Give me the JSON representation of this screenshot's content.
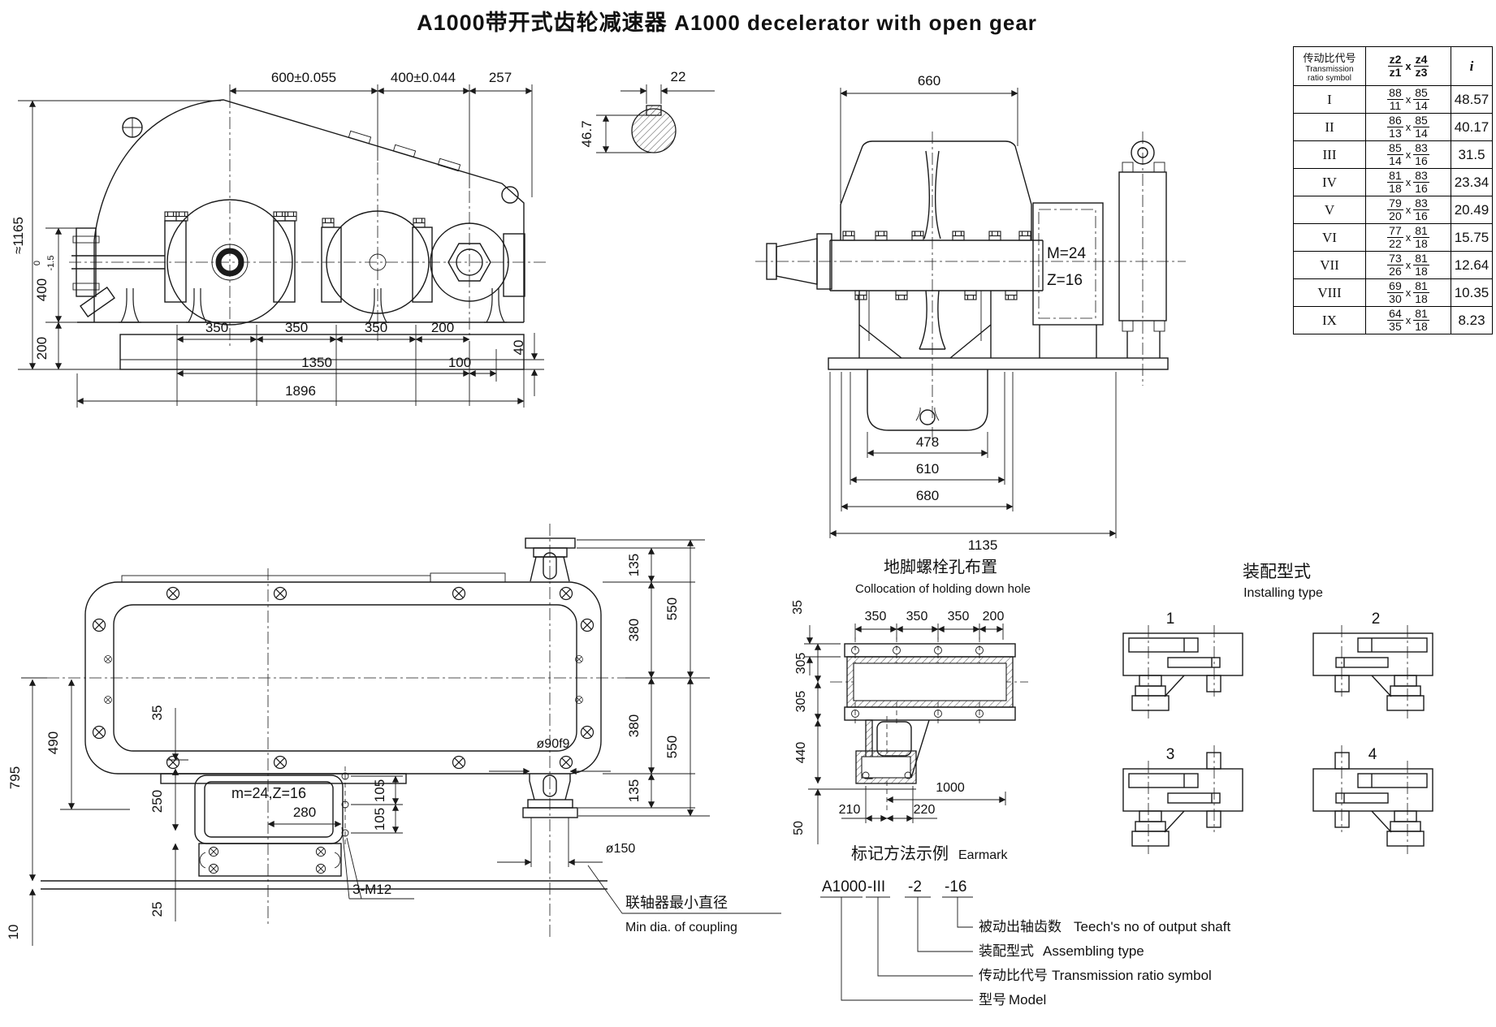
{
  "title": {
    "zh": "A1000带开式齿轮减速器",
    "en": "A1000 decelerator with open gear"
  },
  "ratio_table": {
    "header": {
      "sym_zh": "传动比代号",
      "sym_en1": "Transmission",
      "sym_en2": "ratio symbol",
      "f1n": "z2",
      "f1d": "z1",
      "mul": "x",
      "f2n": "z4",
      "f2d": "z3",
      "i": "i"
    },
    "rows": [
      {
        "sym": "I",
        "f1n": "88",
        "f1d": "11",
        "f2n": "85",
        "f2d": "14",
        "i": "48.57"
      },
      {
        "sym": "II",
        "f1n": "86",
        "f1d": "13",
        "f2n": "85",
        "f2d": "14",
        "i": "40.17"
      },
      {
        "sym": "III",
        "f1n": "85",
        "f1d": "14",
        "f2n": "83",
        "f2d": "16",
        "i": "31.5"
      },
      {
        "sym": "IV",
        "f1n": "81",
        "f1d": "18",
        "f2n": "83",
        "f2d": "16",
        "i": "23.34"
      },
      {
        "sym": "V",
        "f1n": "79",
        "f1d": "20",
        "f2n": "83",
        "f2d": "16",
        "i": "20.49"
      },
      {
        "sym": "VI",
        "f1n": "77",
        "f1d": "22",
        "f2n": "81",
        "f2d": "18",
        "i": "15.75"
      },
      {
        "sym": "VII",
        "f1n": "73",
        "f1d": "26",
        "f2n": "81",
        "f2d": "18",
        "i": "12.64"
      },
      {
        "sym": "VIII",
        "f1n": "69",
        "f1d": "30",
        "f2n": "81",
        "f2d": "18",
        "i": "10.35"
      },
      {
        "sym": "IX",
        "f1n": "64",
        "f1d": "35",
        "f2n": "81",
        "f2d": "18",
        "i": "8.23"
      }
    ]
  },
  "front_view": {
    "dim_600": "600±0.055",
    "dim_400t": "400±0.044",
    "dim_257": "257",
    "dim_1165": "≈1165",
    "dim_400v": "400",
    "dim_400v_sup": "0",
    "dim_400v_sub": "-1.5",
    "dim_200v": "200",
    "dim_350a": "350",
    "dim_350b": "350",
    "dim_350c": "350",
    "dim_200": "200",
    "dim_1350": "1350",
    "dim_100": "100",
    "dim_40": "40",
    "dim_1896": "1896"
  },
  "key_detail": {
    "dim_22": "22",
    "dim_467": "46.7"
  },
  "side_view": {
    "dim_660": "660",
    "label_m": "M=24",
    "label_z": "Z=16",
    "dim_478": "478",
    "dim_610": "610",
    "dim_680": "680",
    "dim_1135": "1135"
  },
  "plan_view": {
    "dim_795": "795",
    "dim_490": "490",
    "dim_250": "250",
    "dim_35": "35",
    "dim_25": "25",
    "dim_10": "10",
    "gear_label": "m=24,Z=16",
    "dim_280": "280",
    "dim_105a": "105",
    "dim_105b": "105",
    "label_3m12": "3-M12",
    "dim_o90": "ø90f9",
    "dim_o150": "ø150",
    "dim_135t": "135",
    "dim_550t": "550",
    "dim_380t": "380",
    "dim_380b": "380",
    "dim_550b": "550",
    "dim_135b": "135",
    "coupling_note_zh": "联轴器最小直径",
    "coupling_note_en": "Min dia. of coupling"
  },
  "foundation": {
    "title_zh": "地脚螺栓孔布置",
    "title_en": "Collocation of holding down hole",
    "dim_35": "35",
    "dim_350a": "350",
    "dim_350b": "350",
    "dim_350c": "350",
    "dim_200": "200",
    "dim_305a": "305",
    "dim_305b": "305",
    "dim_440": "440",
    "dim_50": "50",
    "dim_210": "210",
    "dim_220": "220",
    "dim_1000": "1000"
  },
  "installing": {
    "title_zh": "装配型式",
    "title_en": "Installing type",
    "n1": "1",
    "n2": "2",
    "n3": "3",
    "n4": "4"
  },
  "earmark": {
    "title_zh": "标记方法示例",
    "title_en": "Earmark",
    "code_model": "A1000",
    "code_ratio": "-III",
    "code_type": "-2",
    "code_teeth": "-16",
    "l1_zh": "被动出轴齿数",
    "l1_en": "Teech's no of output shaft",
    "l2_zh": "装配型式",
    "l2_en": "Assembling type",
    "l3_zh": "传动比代号",
    "l3_en": "Transmission ratio symbol",
    "l4_zh": "型号",
    "l4_en": "Model"
  }
}
